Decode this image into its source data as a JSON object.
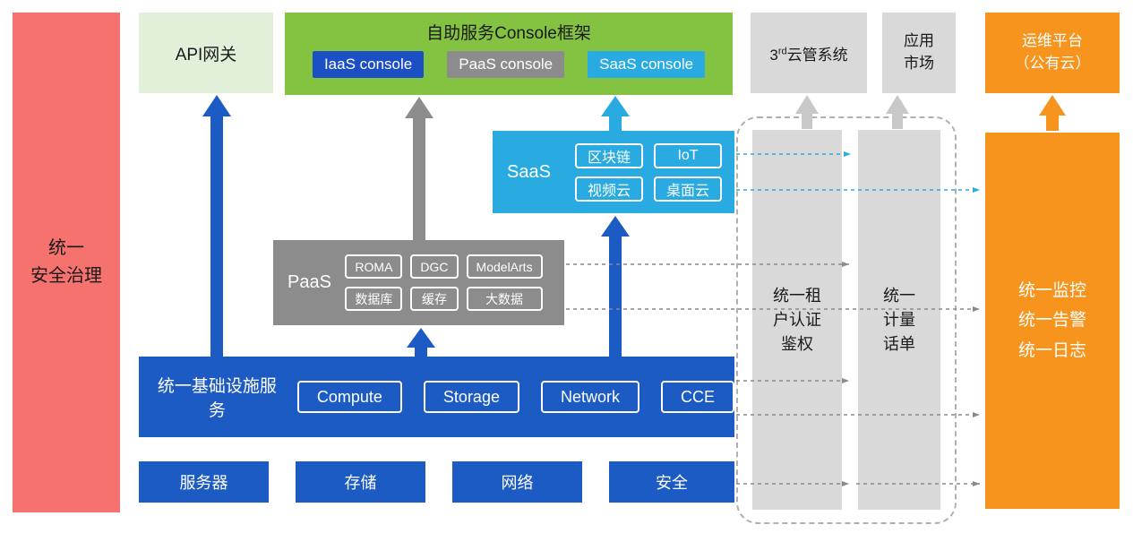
{
  "colors": {
    "red_bar": "#F5726E",
    "green_frame": "#84C341",
    "light_green": "#E2F0D9",
    "blue": "#1D5BC4",
    "gray": "#8C8C8C",
    "light_gray": "#D9D9D9",
    "cyan": "#29ABE2",
    "orange": "#F7941E"
  },
  "left_bar": {
    "label": "统一\n安全治理"
  },
  "api_gateway": {
    "label": "API网关"
  },
  "console_frame": {
    "title": "自助服务Console框架",
    "consoles": [
      {
        "label": "IaaS console"
      },
      {
        "label": "PaaS console"
      },
      {
        "label": "SaaS console"
      }
    ]
  },
  "third_party": {
    "prefix": "3",
    "sup": "rd",
    "suffix": "云管系统"
  },
  "app_market": {
    "label": "应用\n市场"
  },
  "ops_platform": {
    "label": "运维平台\n（公有云）"
  },
  "saas": {
    "label": "SaaS",
    "items": [
      "区块链",
      "IoT",
      "视频云",
      "桌面云"
    ]
  },
  "paas": {
    "label": "PaaS",
    "items": [
      "ROMA",
      "DGC",
      "ModelArts",
      "数据库",
      "缓存",
      "大数据"
    ]
  },
  "infra": {
    "label": "统一基础设施服务",
    "items": [
      "Compute",
      "Storage",
      "Network",
      "CCE"
    ]
  },
  "bottom_row": [
    "服务器",
    "存储",
    "网络",
    "安全"
  ],
  "auth_bar": {
    "label": "统一租\n户认证\n鉴权"
  },
  "billing_bar": {
    "label": "统一\n计量\n话单"
  },
  "monitor_bar": {
    "label": "统一监控\n统一告警\n统一日志"
  }
}
